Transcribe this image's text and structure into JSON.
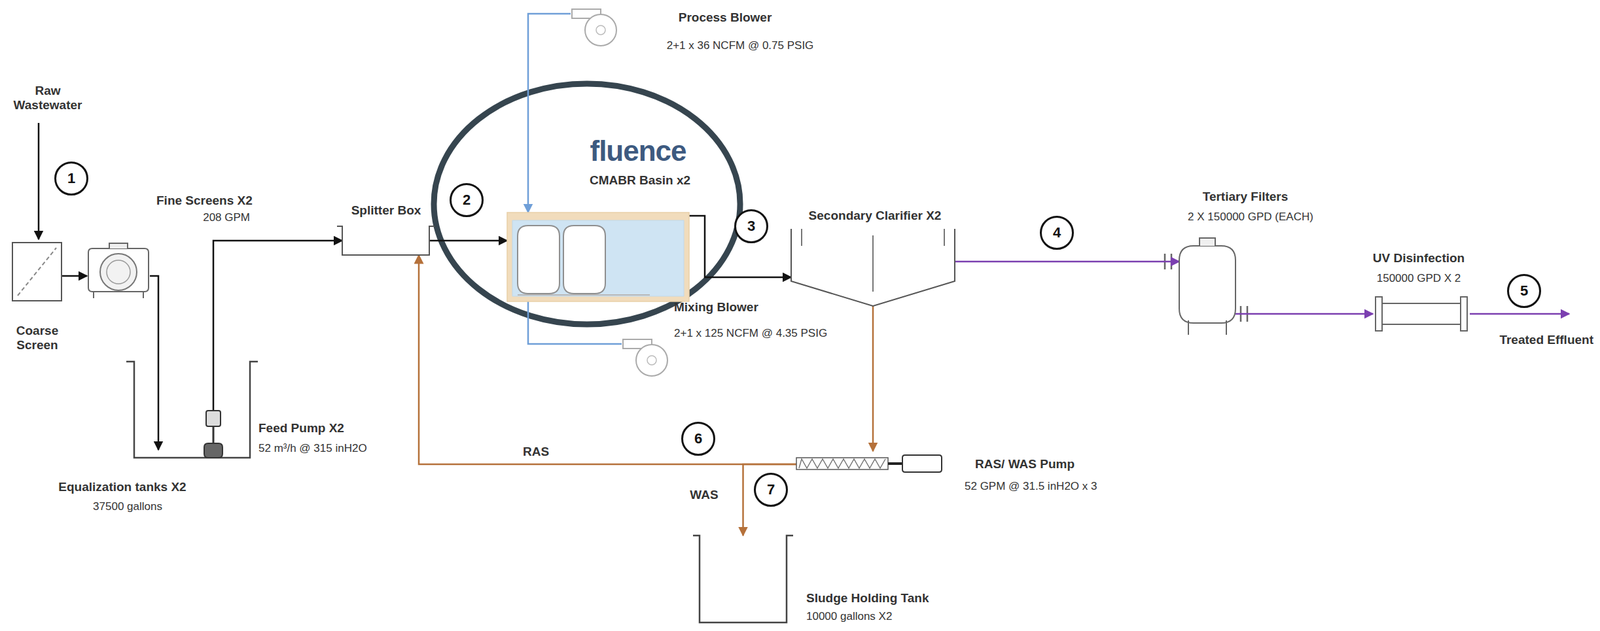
{
  "diagram": {
    "nodes": [
      {
        "text": [
          "Coarse Screen"
        ]
      },
      {
        "text": [
          "Fine Screens X2",
          "208 GPM"
        ]
      },
      {
        "text": [
          "Equalization tanks X2",
          "37500 gallons"
        ]
      },
      {
        "text": [
          "Feed Pump X2",
          "52 m³/h @ 315 inH2O"
        ],
        "in": 2
      },
      {
        "text": [
          "Splitter Box"
        ]
      },
      {
        "text": [
          "Process Blower",
          "2+1 x 36 NCFM @ 0.75 PSIG"
        ]
      },
      {
        "text": [
          "fluence",
          "CMABR Basin x2"
        ]
      },
      {
        "text": [
          "Mixing Blower",
          "2+1 x 125 NCFM @ 4.35 PSIG"
        ]
      },
      {
        "text": [
          "Secondary Clarifier X2"
        ]
      },
      {
        "text": [
          "Tertiary Filters",
          "2 X 150000 GPD (EACH)"
        ]
      },
      {
        "text": [
          "UV Disinfection",
          "150000 GPD X 2"
        ]
      },
      {
        "text": [
          "RAS/ WAS Pump",
          "52 GPM @ 31.5 inH2O x 3"
        ]
      },
      {
        "text": [
          "Sludge Holding Tank",
          "10000 gallons X2"
        ]
      }
    ],
    "edges": [
      {
        "from": 0,
        "to": 1,
        "arrow": "to"
      },
      {
        "from": 1,
        "to": 2,
        "arrow": "to"
      },
      {
        "from": 3,
        "to": 4,
        "arrow": "to"
      },
      {
        "from": 4,
        "to": 6,
        "arrow": "to"
      },
      {
        "from": 5,
        "to": 6,
        "arrow": "to"
      },
      {
        "from": 7,
        "to": 6,
        "arrow": "none"
      },
      {
        "from": 6,
        "to": 8,
        "arrow": "to"
      },
      {
        "from": 8,
        "to": 9,
        "arrow": "to"
      },
      {
        "from": 9,
        "to": 10,
        "arrow": "to"
      },
      {
        "from": 8,
        "to": 11,
        "arrow": "to"
      },
      {
        "from": 11,
        "to": 4,
        "label": "RAS",
        "arrow": "to"
      },
      {
        "from": 11,
        "to": 12,
        "label": "WAS",
        "arrow": "to"
      }
    ],
    "labels": [
      "Raw Wastewater",
      "1",
      "2",
      "3",
      "4",
      "5",
      "6",
      "7",
      "Treated Effluent"
    ]
  }
}
